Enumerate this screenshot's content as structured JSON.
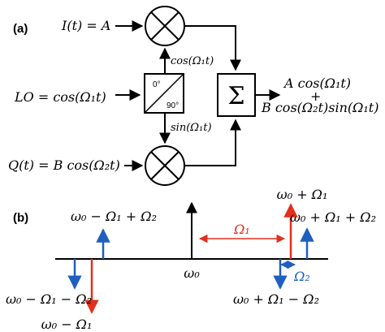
{
  "panel_a": {
    "label": "(a)",
    "input_i": "I(t) = A",
    "input_lo": "LO = cos(Ω₁t)",
    "input_q": "Q(t) = B cos(Ω₂t)",
    "splitter_top": "0°",
    "splitter_bottom": "90°",
    "branch_cos": "cos(Ω₁t)",
    "branch_sin": "sin(Ω₁t)",
    "summer_symbol": "Σ",
    "output_line1": "A cos(Ω₁t)",
    "output_plus": "+",
    "output_line2": "B cos(Ω₂t)sin(Ω₁t)"
  },
  "panel_b": {
    "label": "(b)",
    "carrier": "ω₀",
    "top_right": "ω₀ + Ω₁",
    "upper_left": "ω₀ − Ω₁ + Ω₂",
    "upper_right": "ω₀ + Ω₁ + Ω₂",
    "lower_left": "ω₀ − Ω₁ − Ω₂",
    "lower_right": "ω₀ + Ω₁ − Ω₂",
    "bottom_left": "ω₀ − Ω₁",
    "offset_omega1": "Ω₁",
    "offset_omega2": "Ω₂",
    "colors": {
      "blue": "#1f5fbf",
      "red": "#e0301e",
      "black": "#000000"
    }
  }
}
